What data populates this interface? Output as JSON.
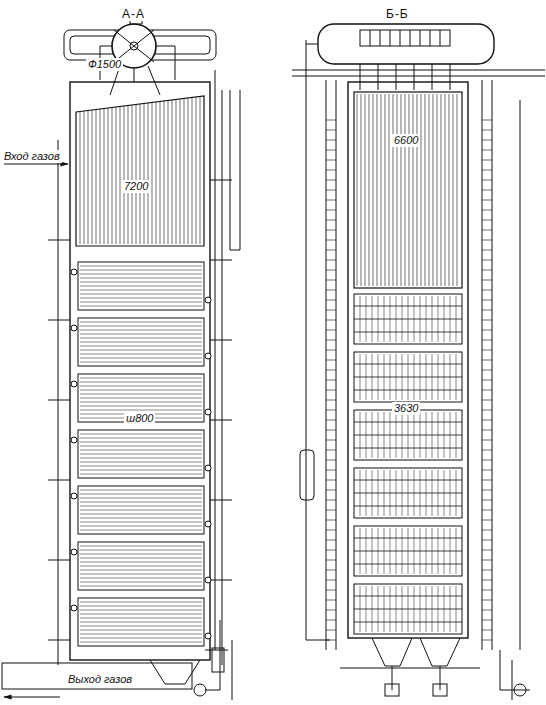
{
  "diagram": {
    "labels": [
      "А-А",
      "Б-Б",
      "Ф1500",
      "Вход газов",
      "7200",
      "ш800",
      "Выход газов",
      "6600",
      "3630"
    ]
  }
}
